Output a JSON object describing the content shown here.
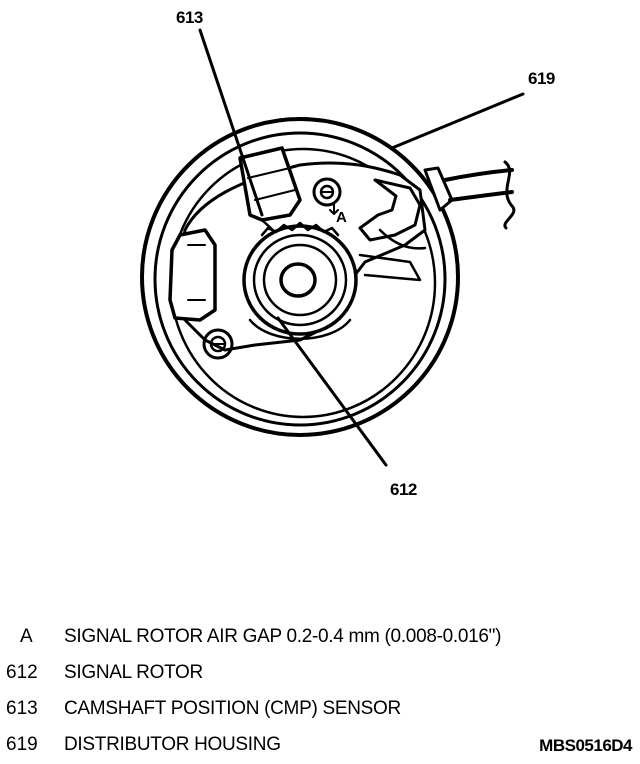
{
  "callouts": {
    "sensor": "613",
    "housing": "619",
    "rotor": "612",
    "air_gap": "A"
  },
  "legend": [
    {
      "key": "A",
      "text": "SIGNAL ROTOR AIR GAP 0.2-0.4 mm (0.008-0.016\")"
    },
    {
      "key": "612",
      "text": "SIGNAL ROTOR"
    },
    {
      "key": "613",
      "text": "CAMSHAFT POSITION (CMP) SENSOR"
    },
    {
      "key": "619",
      "text": "DISTRIBUTOR HOUSING"
    }
  ],
  "figure_id": "MBS0516D4"
}
